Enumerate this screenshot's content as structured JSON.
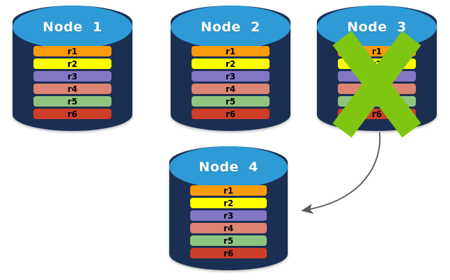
{
  "diagram": {
    "type": "node-replication-failover",
    "background": "#ffffff",
    "palette": {
      "cylinder_body": "#1B2F52",
      "cylinder_top": "#2E9BD6",
      "title_text": "#ffffff",
      "row_text": "#000000",
      "x_mark": "#7EC612",
      "arrow": "#595959"
    },
    "row_colors": {
      "r1": "#F99B0C",
      "r2": "#FFFF00",
      "r3": "#8377C4",
      "r4": "#DD8472",
      "r5": "#8FC47E",
      "r6": "#CC3E28"
    },
    "nodes": [
      {
        "id": "node-1",
        "title": "Node  1",
        "failed": false,
        "rows": [
          {
            "label": "r1",
            "color": "#F99B0C"
          },
          {
            "label": "r2",
            "color": "#FFFF00"
          },
          {
            "label": "r3",
            "color": "#8377C4"
          },
          {
            "label": "r4",
            "color": "#DD8472"
          },
          {
            "label": "r5",
            "color": "#8FC47E"
          },
          {
            "label": "r6",
            "color": "#CC3E28"
          }
        ]
      },
      {
        "id": "node-2",
        "title": "Node  2",
        "failed": false,
        "rows": [
          {
            "label": "r1",
            "color": "#F99B0C"
          },
          {
            "label": "r2",
            "color": "#FFFF00"
          },
          {
            "label": "r3",
            "color": "#8377C4"
          },
          {
            "label": "r4",
            "color": "#DD8472"
          },
          {
            "label": "r5",
            "color": "#8FC47E"
          },
          {
            "label": "r6",
            "color": "#CC3E28"
          }
        ]
      },
      {
        "id": "node-3",
        "title": "Node  3",
        "failed": true,
        "failed_marker": "x-mark-icon",
        "rows": [
          {
            "label": "r1",
            "color": "#F99B0C"
          },
          {
            "label": "r2",
            "color": "#FFFF00"
          },
          {
            "label": "r3",
            "color": "#8377C4"
          },
          {
            "label": "r4",
            "color": "#DD8472"
          },
          {
            "label": "r5",
            "color": "#8FC47E"
          },
          {
            "label": "r6",
            "color": "#CC3E28"
          }
        ]
      },
      {
        "id": "node-4",
        "title": "Node  4",
        "failed": false,
        "rows": [
          {
            "label": "r1",
            "color": "#F99B0C"
          },
          {
            "label": "r2",
            "color": "#FFFF00"
          },
          {
            "label": "r3",
            "color": "#8377C4"
          },
          {
            "label": "r4",
            "color": "#DD8472"
          },
          {
            "label": "r5",
            "color": "#8FC47E"
          },
          {
            "label": "r6",
            "color": "#CC3E28"
          }
        ]
      }
    ],
    "connector": {
      "name": "failover-arrow",
      "from": "node-3",
      "to": "node-4",
      "style": "curved-arrow",
      "color": "#595959"
    }
  }
}
